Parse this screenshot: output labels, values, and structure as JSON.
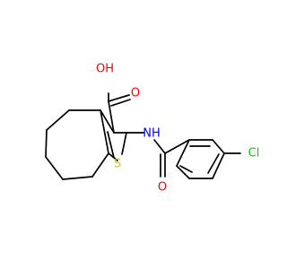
{
  "molecule": {
    "atoms": {
      "carboxyl_oh": {
        "label": "OH",
        "color": "#ff0000"
      },
      "carboxyl_o": {
        "label": "O",
        "color": "#ff0000"
      },
      "amide_nh": {
        "label": "NH",
        "color": "#0000ff"
      },
      "amide_o": {
        "label": "O",
        "color": "#ff0000"
      },
      "thiophene_s": {
        "label": "S",
        "color": "#cccc00"
      },
      "chlorine": {
        "label": "Cl",
        "color": "#00cc00"
      }
    },
    "bond_color": "#000000"
  }
}
